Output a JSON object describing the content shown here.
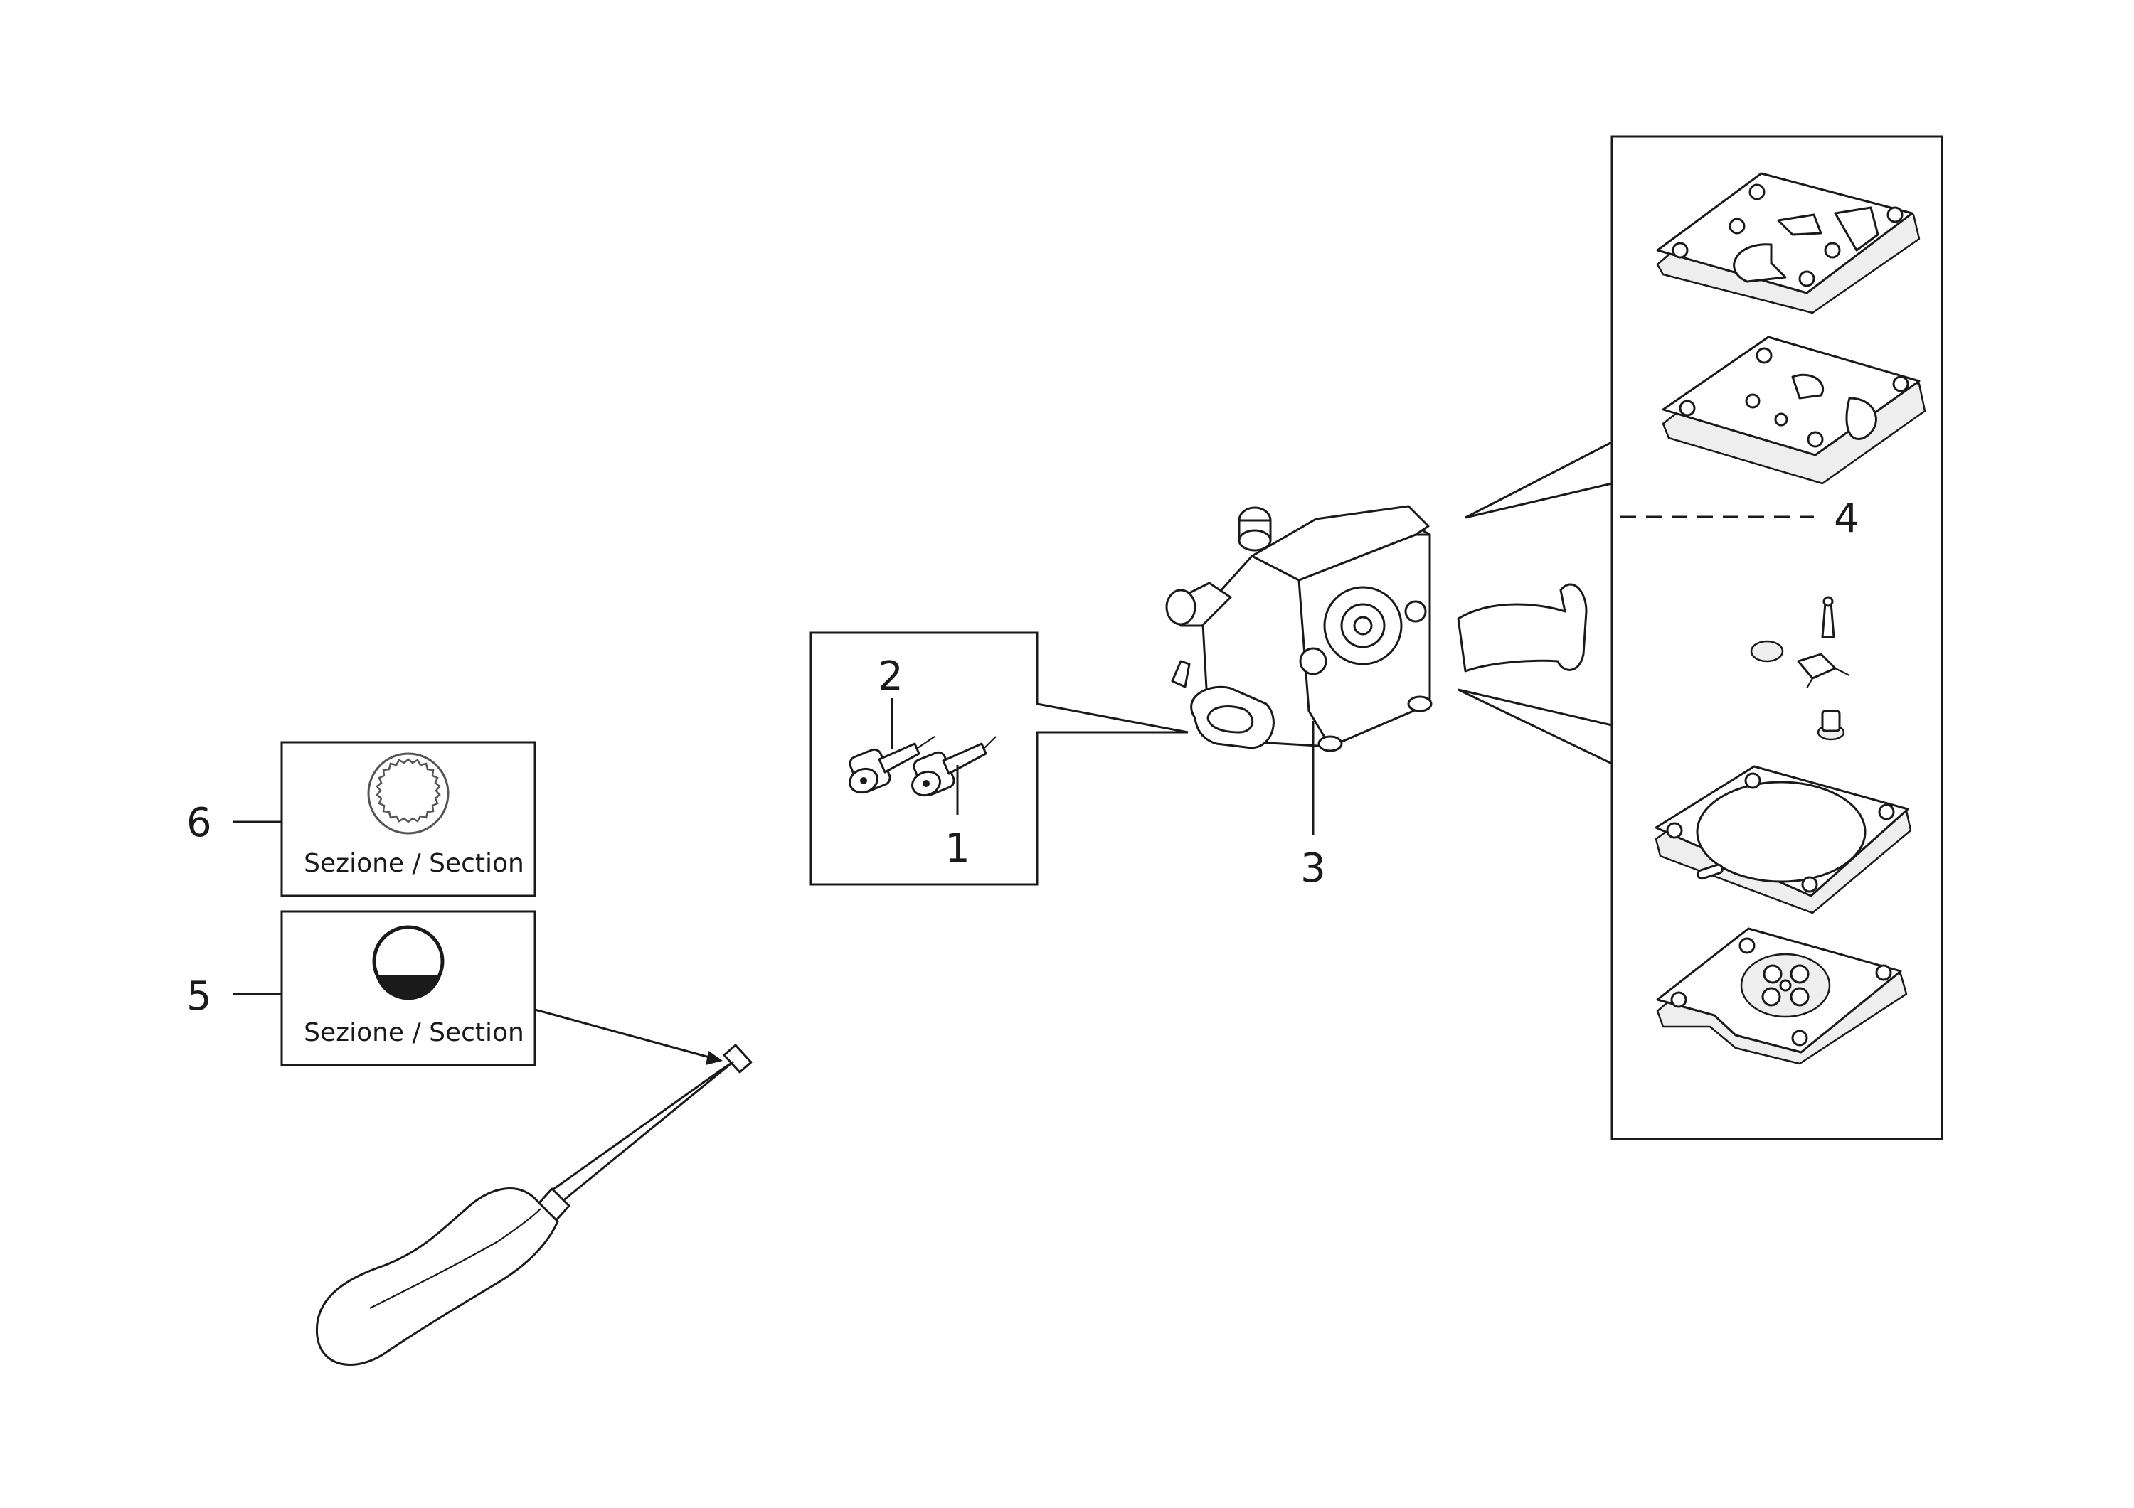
{
  "callouts": {
    "c1": "1",
    "c2": "2",
    "c3": "3",
    "c4": "4",
    "c5": "5",
    "c6": "6"
  },
  "legend_boxes": {
    "box6_label": "Sezione / Section",
    "box5_label": "Sezione / Section"
  },
  "icons": {
    "box6": "ring-gear-section-icon",
    "box5": "filled-circle-section-icon"
  }
}
